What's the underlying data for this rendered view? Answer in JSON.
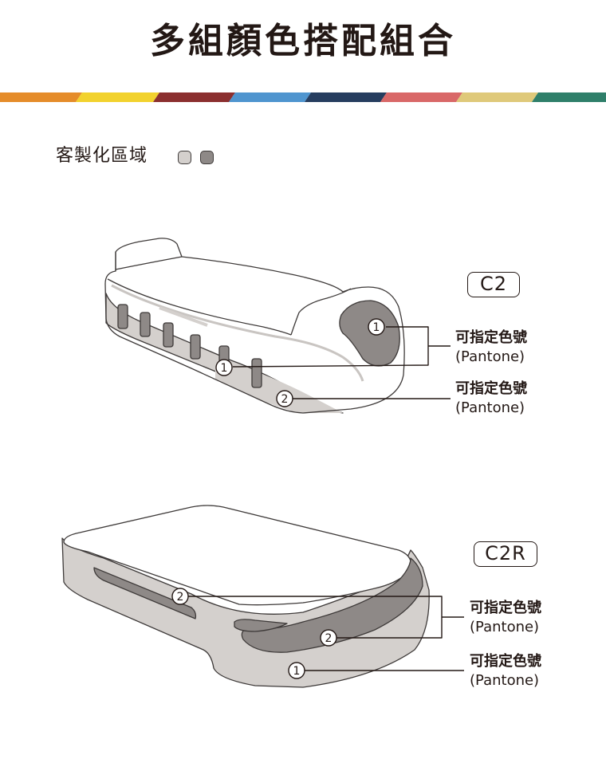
{
  "title": "多組顏色搭配組合",
  "stripe_colors": [
    "#e58c2a",
    "#f2d22e",
    "#8b2f2f",
    "#4f95cf",
    "#263d5f",
    "#d96868",
    "#dfc97a",
    "#2f7f6a"
  ],
  "custom_area": {
    "label": "客製化區域",
    "swatch_colors": [
      "#d4d0cd",
      "#8e8987"
    ]
  },
  "devices": [
    {
      "model": "C2",
      "callouts": [
        {
          "line1": "可指定色號",
          "line2": "(Pantone)"
        },
        {
          "line1": "可指定色號",
          "line2": "(Pantone)"
        }
      ]
    },
    {
      "model": "C2R",
      "callouts": [
        {
          "line1": "可指定色號",
          "line2": "(Pantone)"
        },
        {
          "line1": "可指定色號",
          "line2": "(Pantone)"
        }
      ]
    }
  ],
  "markers": {
    "one": "1",
    "two": "2"
  }
}
